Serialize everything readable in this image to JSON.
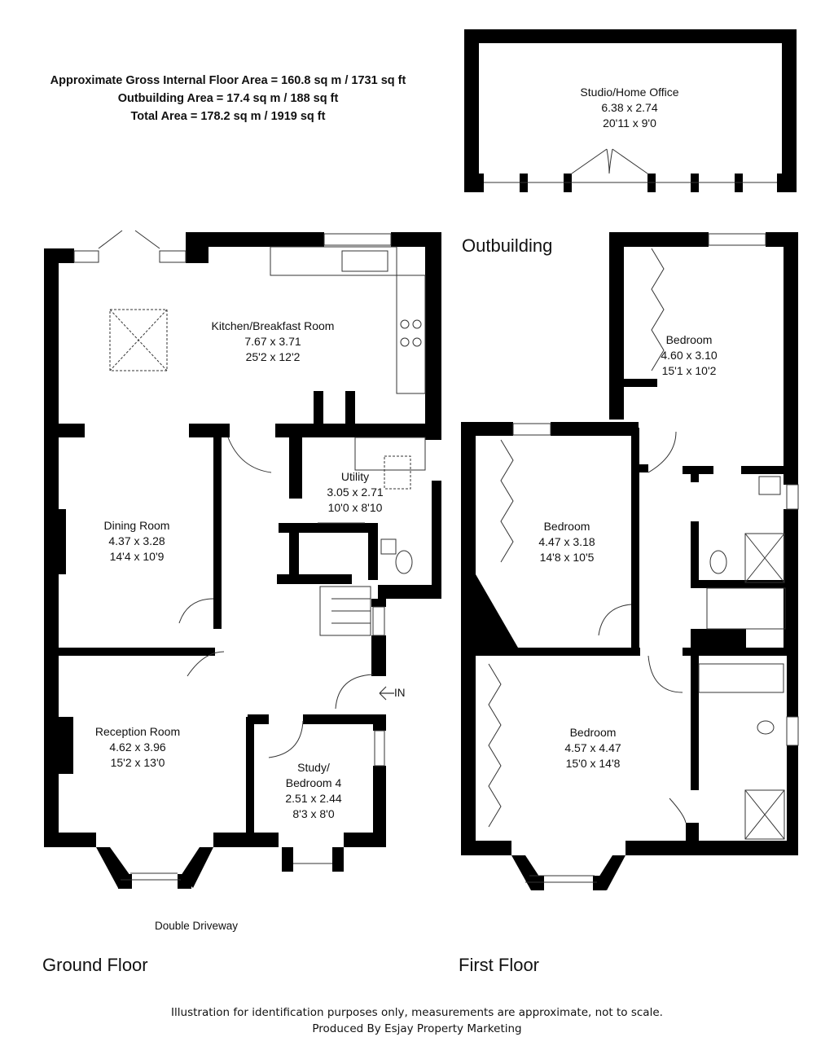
{
  "summary": {
    "gross_internal": "Approximate Gross Internal Floor Area = 160.8 sq m / 1731 sq ft",
    "outbuilding": "Outbuilding Area = 17.4 sq m / 188 sq ft",
    "total": "Total Area = 178.2 sq m / 1919 sq ft"
  },
  "sections": {
    "outbuilding": "Outbuilding",
    "ground_floor": "Ground Floor",
    "first_floor": "First Floor",
    "driveway": "Double Driveway",
    "entrance": "IN"
  },
  "rooms": {
    "studio": {
      "name": "Studio/Home Office",
      "metric": "6.38 x 2.74",
      "imperial": "20'11 x 9'0"
    },
    "kitchen": {
      "name": "Kitchen/Breakfast Room",
      "metric": "7.67 x 3.71",
      "imperial": "25'2 x 12'2"
    },
    "utility": {
      "name": "Utility",
      "metric": "3.05 x 2.71",
      "imperial": "10'0 x 8'10"
    },
    "dining": {
      "name": "Dining Room",
      "metric": "4.37 x 3.28",
      "imperial": "14'4 x 10'9"
    },
    "reception": {
      "name": "Reception Room",
      "metric": "4.62 x 3.96",
      "imperial": "15'2 x 13'0"
    },
    "study": {
      "name": "Study/",
      "name2": "Bedroom 4",
      "metric": "2.51 x 2.44",
      "imperial": "8'3 x 8'0"
    },
    "bedroom_rear": {
      "name": "Bedroom",
      "metric": "4.60 x 3.10",
      "imperial": "15'1 x 10'2"
    },
    "bedroom_middle": {
      "name": "Bedroom",
      "metric": "4.47 x 3.18",
      "imperial": "14'8 x 10'5"
    },
    "bedroom_front": {
      "name": "Bedroom",
      "metric": "4.57 x 4.47",
      "imperial": "15'0 x 14'8"
    }
  },
  "footer": {
    "disclaimer": "Illustration for identification purposes only, measurements are approximate, not to scale.",
    "producer": "Produced By Esjay Property Marketing"
  },
  "colors": {
    "wall": "#000000",
    "background": "#ffffff",
    "text": "#111111"
  }
}
